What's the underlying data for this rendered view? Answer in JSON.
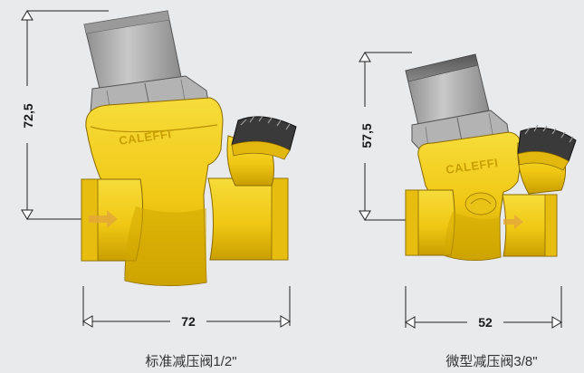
{
  "colors": {
    "background": "#e9eaec",
    "brass": "#f1cc1c",
    "brass_dark": "#c9a000",
    "brass_shadow": "#b88f00",
    "cap": "#a8a8a8",
    "cap_dark": "#6e6e6e",
    "line": "#222222"
  },
  "valves": [
    {
      "brand": "CALEFFI",
      "height_dimension": "72,5",
      "width_dimension": "72",
      "caption": "标准减压阀1/2\""
    },
    {
      "brand": "CALEFFI",
      "height_dimension": "57,5",
      "width_dimension": "52",
      "caption": "微型减压阀3/8\""
    }
  ]
}
